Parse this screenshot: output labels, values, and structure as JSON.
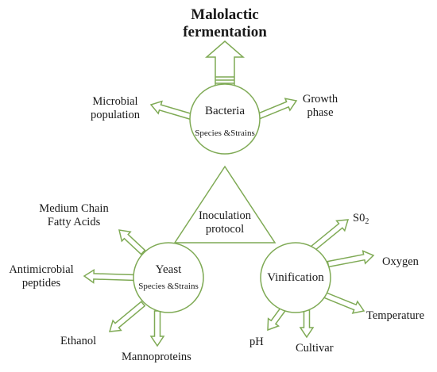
{
  "title": {
    "line1": "Malolactic",
    "line2": "fermentation"
  },
  "center_label": {
    "line1": "Inoculation",
    "line2": "protocol"
  },
  "nodes": {
    "bacteria": {
      "name": "Bacteria",
      "sub": "Species &Strains"
    },
    "yeast": {
      "name": "Yeast",
      "sub": "Species &Strains"
    },
    "vinification": {
      "name": "Vinification"
    }
  },
  "bacteria_factors": {
    "microbial": {
      "line1": "Microbial",
      "line2": "population"
    },
    "growth": {
      "line1": "Growth",
      "line2": "phase"
    }
  },
  "yeast_factors": {
    "mcfa": {
      "line1": "Medium Chain",
      "line2": "Fatty Acids"
    },
    "antimicrobial": {
      "line1": "Antimicrobial",
      "line2": "peptides"
    },
    "ethanol": "Ethanol",
    "mannoproteins": "Mannoproteins"
  },
  "vinification_factors": {
    "so2_main": "S0",
    "so2_sub": "2",
    "oxygen": "Oxygen",
    "temperature": "Temperature",
    "cultivar": "Cultivar",
    "ph": "pH"
  },
  "colors": {
    "stroke": "#7faa55",
    "text": "#1a1a1a",
    "background": "#ffffff"
  }
}
